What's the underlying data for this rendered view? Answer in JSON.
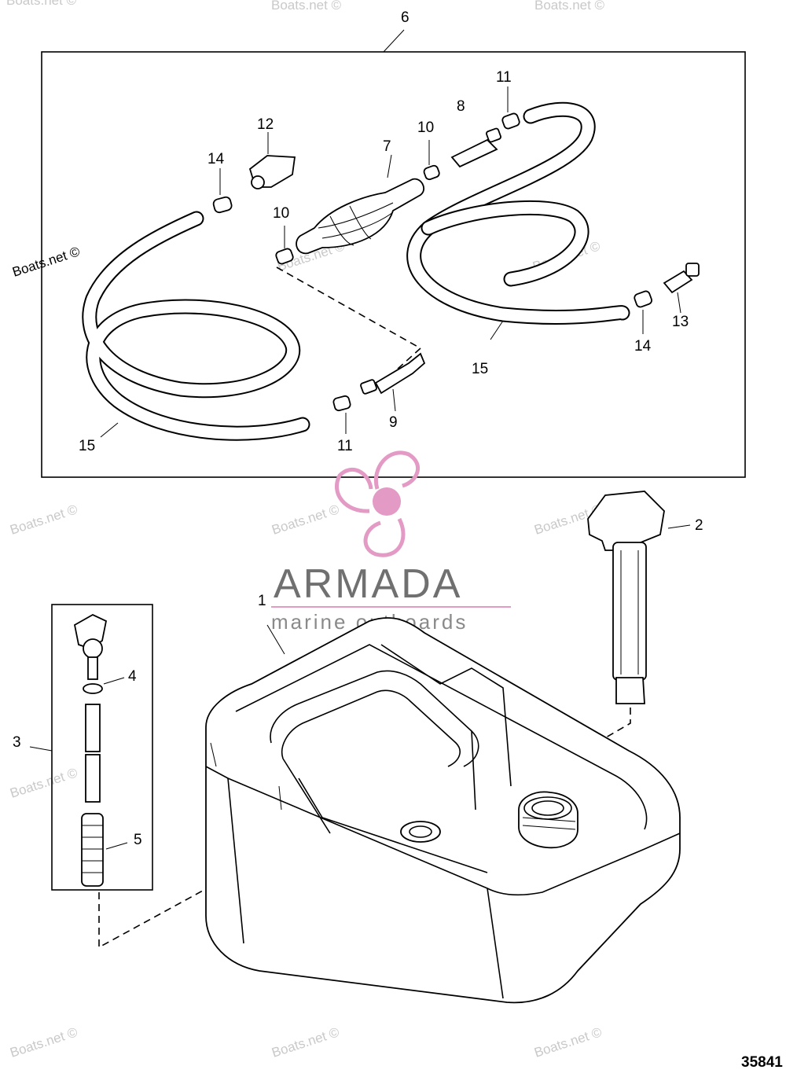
{
  "callouts": {
    "c1": "1",
    "c2": "2",
    "c3": "3",
    "c4": "4",
    "c5": "5",
    "c6": "6",
    "c7": "7",
    "c8": "8",
    "c9": "9",
    "c10a": "10",
    "c10b": "10",
    "c11a": "11",
    "c11b": "11",
    "c12": "12",
    "c13": "13",
    "c14a": "14",
    "c14b": "14",
    "c15a": "15",
    "c15b": "15"
  },
  "watermark": {
    "text": "Boats.net ©"
  },
  "brand": {
    "name": "ARMADA",
    "tagline": "marine outboards",
    "accent_color": "#e39ac4",
    "text_color": "#707070"
  },
  "figure_number": "35841"
}
